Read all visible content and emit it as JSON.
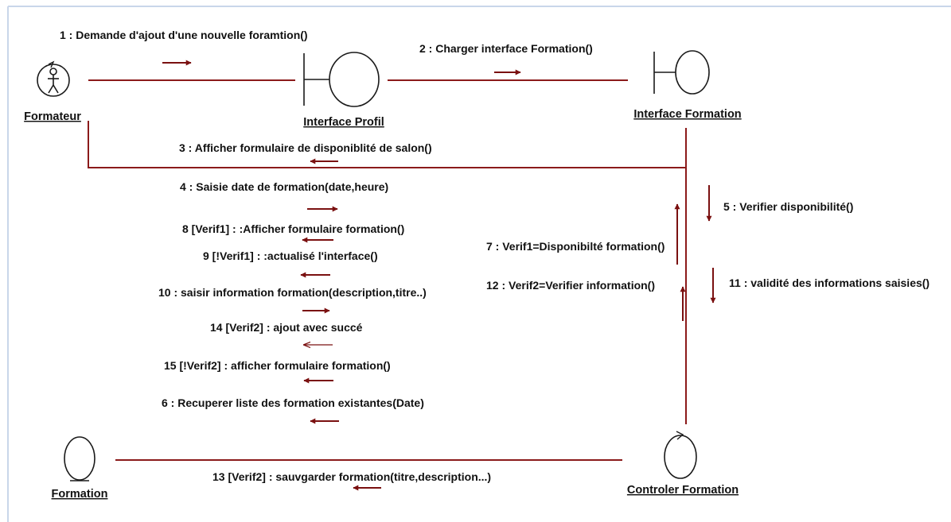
{
  "colors": {
    "link": "#8b1a1a",
    "arrow": "#7a1010",
    "frame": "#c9d6ea",
    "text": "#111111"
  },
  "objects": {
    "formateur": {
      "label": "Formateur",
      "kind": "actor-icon"
    },
    "interface_profil": {
      "label": "Interface Profil",
      "kind": "boundary-icon"
    },
    "interface_formation": {
      "label": "Interface Formation",
      "kind": "boundary-icon"
    },
    "formation": {
      "label": "Formation",
      "kind": "entity-icon"
    },
    "controler_formation": {
      "label": "Controler Formation",
      "kind": "control-icon"
    }
  },
  "messages": [
    {
      "id": "m1",
      "text": "1 : Demande d'ajout d'une nouvelle foramtion()",
      "direction": "right"
    },
    {
      "id": "m2",
      "text": "2 : Charger interface Formation()",
      "direction": "right"
    },
    {
      "id": "m3",
      "text": "3 : Afficher formulaire de disponiblité de salon()",
      "direction": "left"
    },
    {
      "id": "m4",
      "text": "4 : Saisie date de formation(date,heure)",
      "direction": "right"
    },
    {
      "id": "m8",
      "text": "8 [Verif1] : :Afficher formulaire formation()",
      "direction": "left"
    },
    {
      "id": "m9",
      "text": "9 [!Verif1] : :actualisé l'interface()",
      "direction": "left"
    },
    {
      "id": "m10",
      "text": "10 : saisir information formation(description,titre..)",
      "direction": "right"
    },
    {
      "id": "m14",
      "text": "14 [Verif2] : ajout avec succé",
      "direction": "left"
    },
    {
      "id": "m15",
      "text": "15 [!Verif2] : afficher formulaire formation()",
      "direction": "left"
    },
    {
      "id": "m6",
      "text": "6 : Recuperer liste des formation existantes(Date)",
      "direction": "left"
    },
    {
      "id": "m5",
      "text": "5 : Verifier disponibilité()",
      "direction": "down"
    },
    {
      "id": "m7",
      "text": "7 : Verif1=Disponibilté formation()",
      "direction": "up"
    },
    {
      "id": "m11",
      "text": "11 : validité des informations saisies()",
      "direction": "down"
    },
    {
      "id": "m12",
      "text": "12 : Verif2=Verifier information()",
      "direction": "up"
    },
    {
      "id": "m13",
      "text": "13 [Verif2] : sauvgarder formation(titre,description...)",
      "direction": "left"
    }
  ]
}
